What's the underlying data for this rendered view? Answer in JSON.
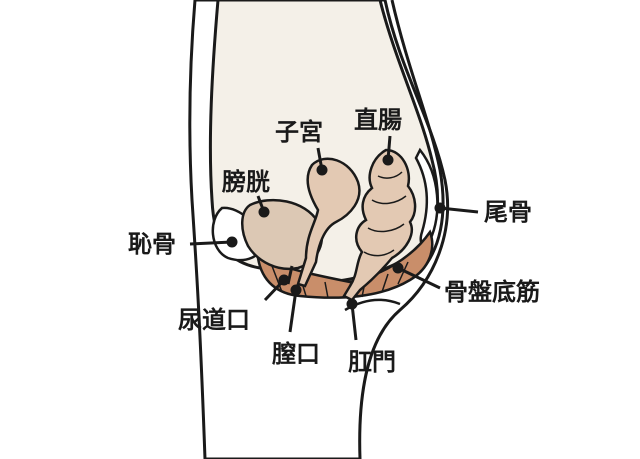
{
  "diagram": {
    "labels": {
      "bladder": "膀胱",
      "uterus": "子宮",
      "rectum": "直腸",
      "coccyx": "尾骨",
      "pubic_bone": "恥骨",
      "pelvic_floor": "骨盤底筋",
      "urethral_opening": "尿道口",
      "vaginal_opening": "膣口",
      "anus": "肛門"
    },
    "colors": {
      "outline": "#1a1a1a",
      "body_fill": "#f4f0e8",
      "organ_fill": "#e3c9b3",
      "bladder_fill": "#dcc8b4",
      "muscle_fill": "#c98e6a",
      "bone_fill": "#ffffff"
    }
  }
}
